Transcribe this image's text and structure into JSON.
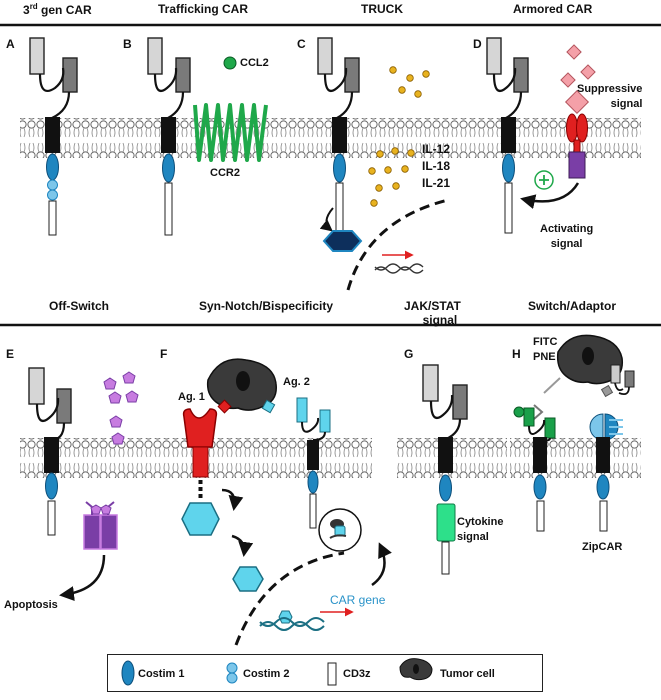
{
  "top_titles": {
    "a": "3rd gen CAR",
    "b": "Trafficking CAR",
    "c": "TRUCK",
    "d": "Armored CAR"
  },
  "bottom_titles": {
    "e": "Off-Switch",
    "f": "Syn-Notch/Bispecificity",
    "g_line1": "JAK/STAT",
    "g_line2": "signal",
    "h": "Switch/Adaptor"
  },
  "panel_letters": [
    "A",
    "B",
    "C",
    "D",
    "E",
    "F",
    "G",
    "H"
  ],
  "labels": {
    "ccl2": "CCL2",
    "ccr2": "CCR2",
    "il12": "IL-12",
    "il18": "IL-18",
    "il21": "IL-21",
    "suppressive_1": "Suppressive",
    "suppressive_2": "signal",
    "activating_1": "Activating",
    "activating_2": "signal",
    "apoptosis": "Apoptosis",
    "ag1": "Ag. 1",
    "ag2": "Ag. 2",
    "car_gene": "CAR gene",
    "cytokine_1": "Cytokine",
    "cytokine_2": "signal",
    "fitc": "FITC",
    "pne": "PNE",
    "zipcar": "ZipCAR"
  },
  "legend": {
    "costim1": "Costim 1",
    "costim2": "Costim 2",
    "cd3z": "CD3z",
    "tumor": "Tumor cell"
  },
  "colors": {
    "costim": "#1f86c0",
    "costim2": "#7cc6ea",
    "ccr2": "#1fa84a",
    "cytokine": "#e8b21f",
    "suppressive": "#f4a0a8",
    "red_receptor": "#e02020",
    "purple": "#7a3ea6",
    "lilac": "#c77ce0",
    "cyan": "#5fd4ec",
    "cytokine_signal": "#2de08a",
    "green_scfv": "#1aa04a",
    "dark": "#3a3a3a"
  }
}
